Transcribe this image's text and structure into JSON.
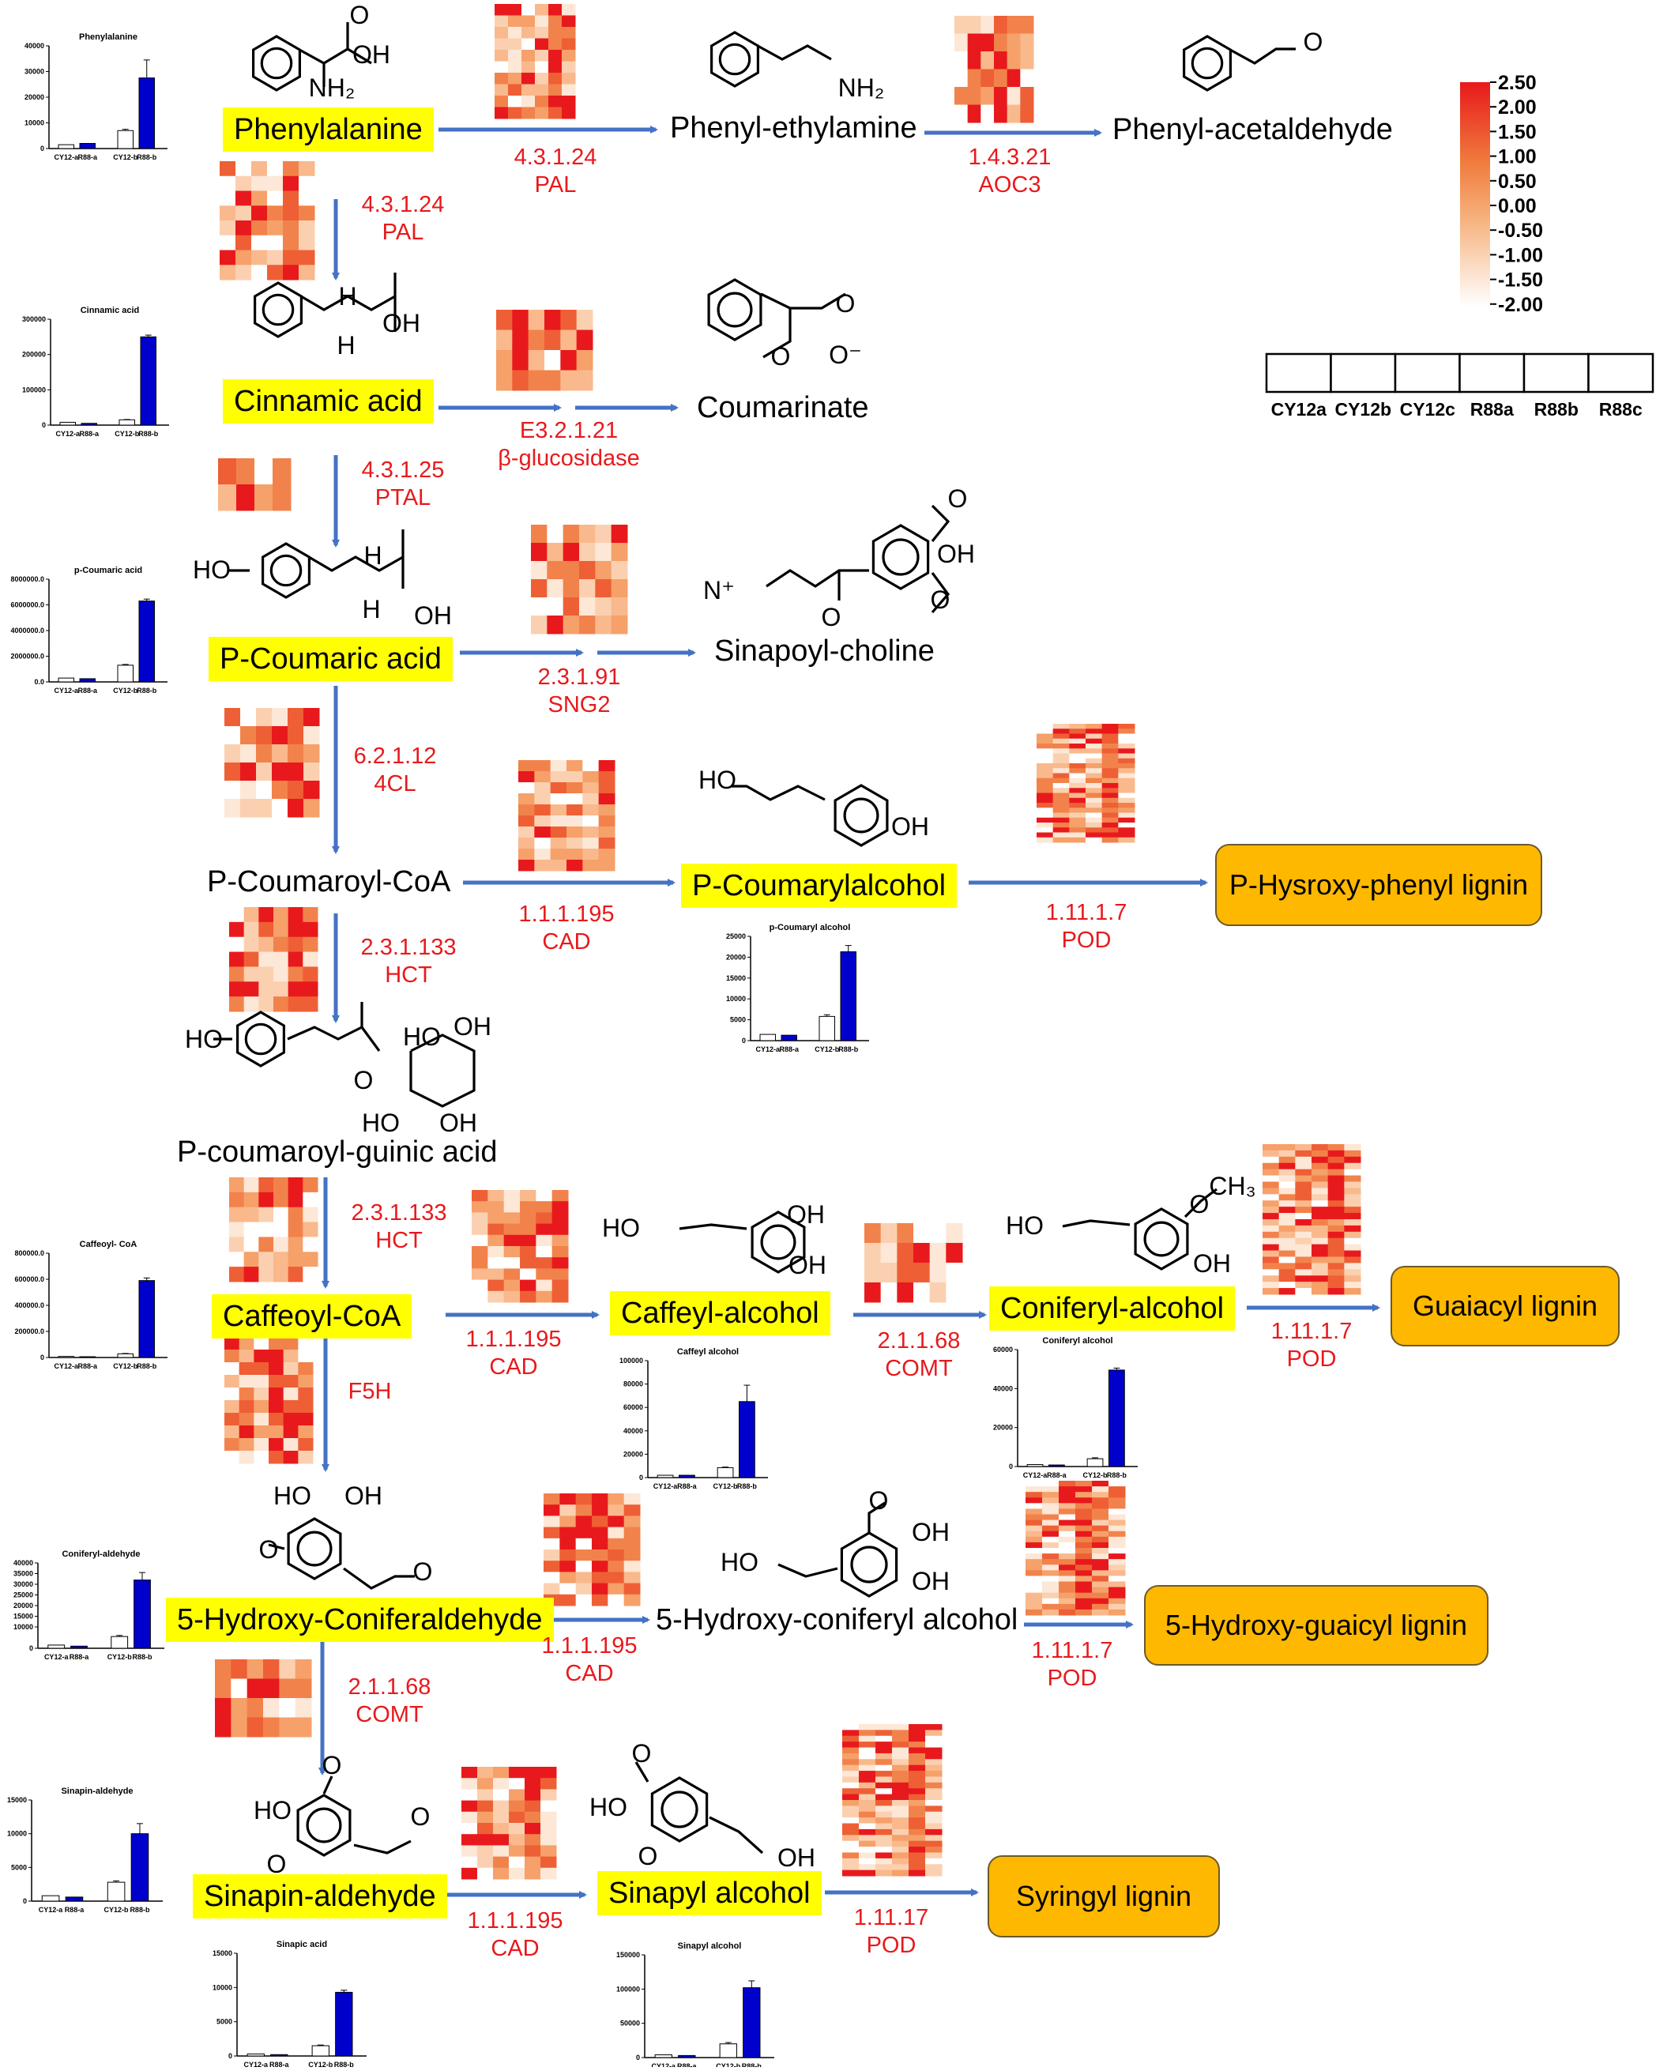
{
  "colors": {
    "arrow": "#4472c4",
    "enzyme_text": "#e8191c",
    "highlight": "#ffff00",
    "lignin_box": "#ffb800",
    "bar_cy12": "#ffffff",
    "bar_r88": "#0000cc",
    "scale_high": "#e8191c",
    "scale_mid": "#f5a063",
    "scale_low": "#ffffff"
  },
  "metabolites": {
    "phenylalanine": "Phenylalanine",
    "phenylethylamine": "Phenyl-ethylamine",
    "phenylacetaldehyde": "Phenyl-acetaldehyde",
    "cinnamic_acid": "Cinnamic acid",
    "coumarinate": "Coumarinate",
    "p_coumaric_acid": "P-Coumaric acid",
    "sinapoyl_choline": "Sinapoyl-choline",
    "p_coumaroyl_coa": "P-Coumaroyl-CoA",
    "p_coumarylalcohol": "P-Coumarylalcohol",
    "p_hydroxyphenyl_lignin": "P-Hysroxy-phenyl lignin",
    "p_coumaroyl_quinic": "P-coumaroyl-guinic acid",
    "caffeoyl_coa": "Caffeoyl-CoA",
    "caffeyl_alcohol": "Caffeyl-alcohol",
    "coniferyl_alcohol": "Coniferyl-alcohol",
    "guaiacyl_lignin": "Guaiacyl lignin",
    "hydroxy_coniferaldehyde": "5-Hydroxy-Coniferaldehyde",
    "hydroxy_coniferyl_alcohol": "5-Hydroxy-coniferyl alcohol",
    "hydroxy_guaicyl_lignin": "5-Hydroxy-guaicyl lignin",
    "sinapin_aldehyde": "Sinapin-aldehyde",
    "sinapyl_alcohol": "Sinapyl alcohol",
    "syringyl_lignin": "Syringyl lignin"
  },
  "enzymes": {
    "e1": {
      "ec": "4.3.1.24",
      "name": "PAL"
    },
    "e2": {
      "ec": "1.4.3.21",
      "name": "AOC3"
    },
    "e3": {
      "ec": "4.3.1.24",
      "name": "PAL"
    },
    "e4": {
      "ec": "E3.2.1.21",
      "name": "β-glucosidase"
    },
    "e5": {
      "ec": "4.3.1.25",
      "name": "PTAL"
    },
    "e6": {
      "ec": "2.3.1.91",
      "name": "SNG2"
    },
    "e7": {
      "ec": "6.2.1.12",
      "name": "4CL"
    },
    "e8": {
      "ec": "1.1.1.195",
      "name": "CAD"
    },
    "e9": {
      "ec": "1.11.1.7",
      "name": "POD"
    },
    "e10": {
      "ec": "2.3.1.133",
      "name": "HCT"
    },
    "e11": {
      "ec": "2.3.1.133",
      "name": "HCT"
    },
    "e12": {
      "ec": "1.1.1.195",
      "name": "CAD"
    },
    "e13": {
      "ec": "2.1.1.68",
      "name": "COMT"
    },
    "e14": {
      "ec": "1.11.1.7",
      "name": "POD"
    },
    "e15": {
      "ec": "",
      "name": "F5H"
    },
    "e16": {
      "ec": "1.1.1.195",
      "name": "CAD"
    },
    "e17": {
      "ec": "1.11.1.7",
      "name": "POD"
    },
    "e18": {
      "ec": "2.1.1.68",
      "name": "COMT"
    },
    "e19": {
      "ec": "1.1.1.195",
      "name": "CAD"
    },
    "e20": {
      "ec": "1.11.17",
      "name": "POD"
    }
  },
  "structure_labels": {
    "oh": "OH",
    "nh2": "NH₂",
    "ho": "HO",
    "h": "H",
    "o": "O",
    "o_minus": "O⁻",
    "n_plus": "N⁺",
    "ch3": "CH₃"
  },
  "color_scale": {
    "ticks": [
      "2.50",
      "2.00",
      "1.50",
      "1.00",
      "0.50",
      "0.00",
      "-0.50",
      "-1.00",
      "-1.50",
      "-2.00"
    ]
  },
  "sample_legend": [
    "CY12a",
    "CY12b",
    "CY12c",
    "R88a",
    "R88b",
    "R88c"
  ],
  "chart_data": [
    {
      "type": "bar",
      "title": "Phenylalanine",
      "categories": [
        "CY12-a",
        "R88-a",
        "CY12-b",
        "R88-b"
      ],
      "values": [
        1500,
        2000,
        7000,
        27500
      ],
      "errors": [
        0,
        0,
        500,
        7000
      ],
      "y_ticks": [
        "0",
        "10000",
        "20000",
        "30000",
        "40000"
      ],
      "ylim": [
        0,
        40000
      ]
    },
    {
      "type": "bar",
      "title": "Cinnamic acid",
      "categories": [
        "CY12-a",
        "R88-a",
        "CY12-b",
        "R88-b"
      ],
      "values": [
        8000,
        5000,
        15000,
        250000
      ],
      "errors": [
        0,
        0,
        1000,
        5000
      ],
      "y_ticks": [
        "0",
        "100000",
        "200000",
        "300000"
      ],
      "ylim": [
        0,
        300000
      ]
    },
    {
      "type": "bar",
      "title": "p-Coumaric acid",
      "categories": [
        "CY12-a",
        "R88-a",
        "CY12-b",
        "R88-b"
      ],
      "values": [
        300000,
        250000,
        1300000,
        6300000
      ],
      "errors": [
        0,
        0,
        60000,
        150000
      ],
      "y_ticks": [
        "0.0",
        "2000000.0",
        "4000000.0",
        "6000000.0",
        "8000000.0"
      ],
      "ylim": [
        0,
        8000000
      ]
    },
    {
      "type": "bar",
      "title": "p-Coumaryl alcohol",
      "categories": [
        "CY12-a",
        "R88-a",
        "CY12-b",
        "R88-b"
      ],
      "values": [
        1500,
        1300,
        5800,
        21300
      ],
      "errors": [
        0,
        0,
        400,
        1500
      ],
      "y_ticks": [
        "0",
        "5000",
        "10000",
        "15000",
        "20000",
        "25000"
      ],
      "ylim": [
        0,
        25000
      ]
    },
    {
      "type": "bar",
      "title": "Caffeoyl- CoA",
      "categories": [
        "CY12-a",
        "R88-a",
        "CY12-b",
        "R88-b"
      ],
      "values": [
        8000,
        6000,
        28000,
        590000
      ],
      "errors": [
        0,
        0,
        3000,
        20000
      ],
      "y_ticks": [
        "0",
        "200000.0",
        "400000.0",
        "600000.0",
        "800000.0"
      ],
      "ylim": [
        0,
        800000
      ]
    },
    {
      "type": "bar",
      "title": "Caffeyl alcohol",
      "categories": [
        "CY12-a",
        "R88-a",
        "CY12-b",
        "R88-b"
      ],
      "values": [
        2000,
        2000,
        8500,
        65000
      ],
      "errors": [
        0,
        0,
        500,
        14000
      ],
      "y_ticks": [
        "0",
        "20000",
        "40000",
        "60000",
        "80000",
        "100000"
      ],
      "ylim": [
        0,
        100000
      ]
    },
    {
      "type": "bar",
      "title": "Coniferyl alcohol",
      "categories": [
        "CY12-a",
        "R88-a",
        "CY12-b",
        "R88-b"
      ],
      "values": [
        1000,
        800,
        4000,
        49500
      ],
      "errors": [
        0,
        0,
        500,
        1000
      ],
      "y_ticks": [
        "0",
        "20000",
        "40000",
        "60000"
      ],
      "ylim": [
        0,
        60000
      ]
    },
    {
      "type": "bar",
      "title": "Coniferyl-aldehyde",
      "categories": [
        "CY12-a",
        "R88-a",
        "CY12-b",
        "R88-b"
      ],
      "values": [
        1500,
        1000,
        5500,
        32000
      ],
      "errors": [
        0,
        0,
        500,
        3500
      ],
      "y_ticks": [
        "0",
        "10000",
        "15000",
        "20000",
        "25000",
        "30000",
        "35000",
        "40000"
      ],
      "ylim": [
        0,
        40000
      ]
    },
    {
      "type": "bar",
      "title": "Sinapin-aldehyde",
      "categories": [
        "CY12-a",
        "R88-a",
        "CY12-b",
        "R88-b"
      ],
      "values": [
        800,
        600,
        2800,
        10000
      ],
      "errors": [
        0,
        0,
        200,
        1500
      ],
      "y_ticks": [
        "0",
        "5000",
        "10000",
        "15000"
      ],
      "ylim": [
        0,
        15000
      ]
    },
    {
      "type": "bar",
      "title": "Sinapic acid",
      "categories": [
        "CY12-a",
        "R88-a",
        "CY12-b",
        "R88-b"
      ],
      "values": [
        300,
        200,
        1500,
        9300
      ],
      "errors": [
        0,
        0,
        100,
        300
      ],
      "y_ticks": [
        "0",
        "5000",
        "10000",
        "15000"
      ],
      "ylim": [
        0,
        15000
      ]
    },
    {
      "type": "bar",
      "title": "Sinapyl alcohol",
      "categories": [
        "CY12-a",
        "R88-a",
        "CY12-b",
        "R88-b"
      ],
      "values": [
        4000,
        3000,
        20000,
        102000
      ],
      "errors": [
        0,
        0,
        2000,
        10000
      ],
      "y_ticks": [
        "0",
        "50000",
        "100000",
        "150000"
      ],
      "ylim": [
        0,
        150000
      ]
    }
  ]
}
